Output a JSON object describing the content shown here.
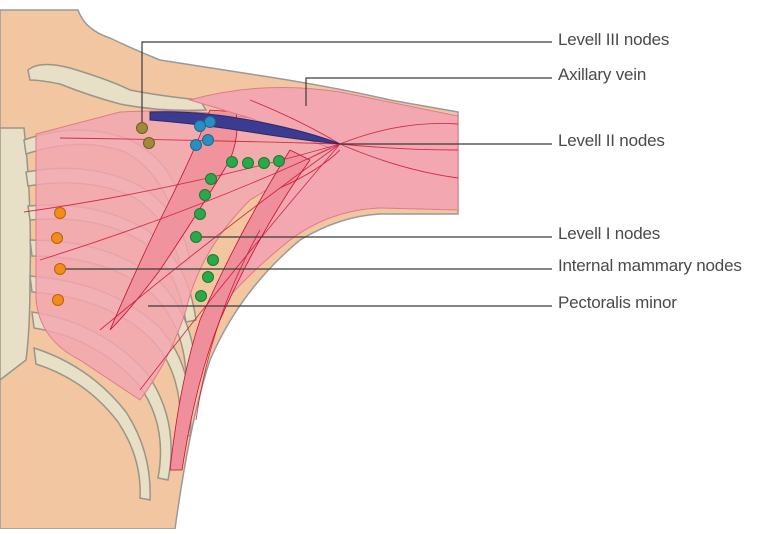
{
  "labels": {
    "level3": "Levell III nodes",
    "axillary_vein": "Axillary vein",
    "level2": "Levell II nodes",
    "level1": "Levell I nodes",
    "internal_mammary": "Internal mammary nodes",
    "pectoralis_minor": "Pectoralis minor"
  },
  "colors": {
    "skin": "#f2c6a0",
    "skin_outline": "#9a9a9a",
    "bone": "#e8dfc7",
    "bone_outline": "#9a9588",
    "muscle": "#f3a7b0",
    "muscle_dark": "#ee8e9a",
    "muscle_fiber": "#c8102e",
    "vein": "#3b3b8f",
    "level1_node": "#2aa84a",
    "level2_node": "#2a8fc0",
    "level3_node": "#a08a3a",
    "internal_mammary_node": "#f28c1a",
    "leader_line": "#3a3a3a",
    "label_text": "#4a4a4a"
  }
}
